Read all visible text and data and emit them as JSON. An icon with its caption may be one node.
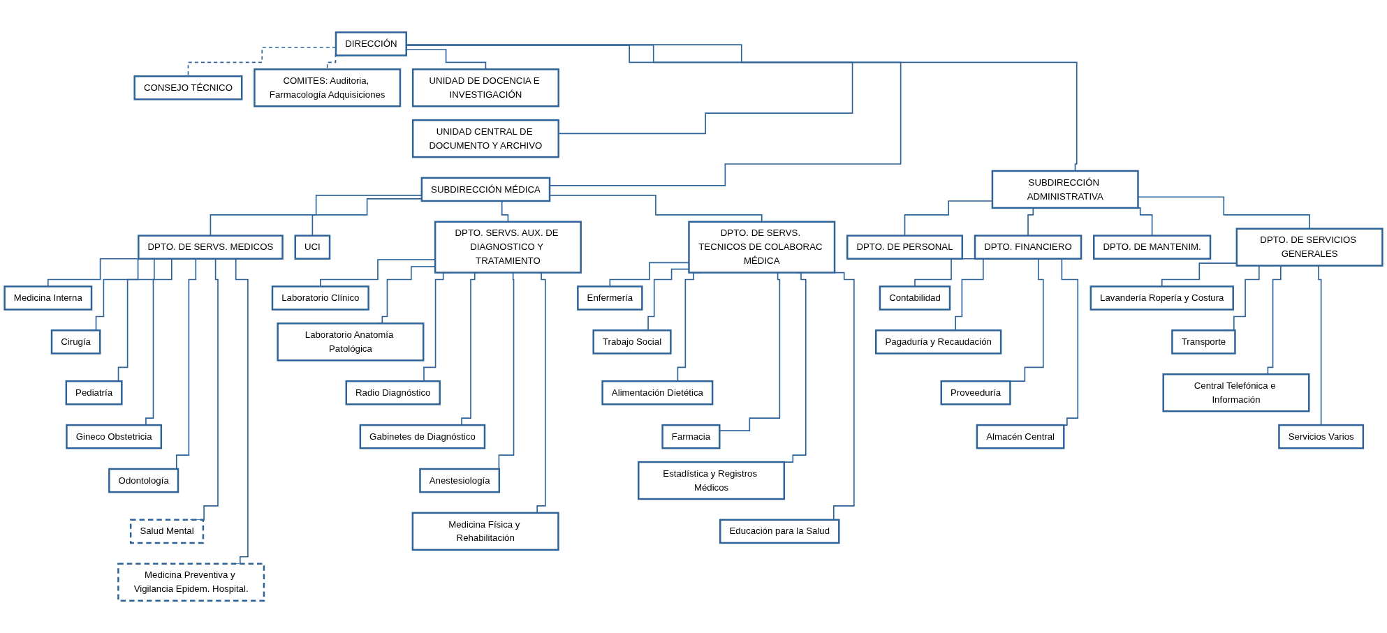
{
  "diagram": {
    "nodes": [
      {
        "text": [
          "CONSEJO TÉCNICO"
        ]
      },
      {
        "text": [
          "DIRECCIÓN"
        ]
      },
      {
        "text": [
          "COMITES: Auditoria, Farmacología Adquisiciones"
        ]
      },
      {
        "text": [
          "UNIDAD DE DOCENCIA E INVESTIGACIÓN"
        ]
      },
      {
        "text": [
          "UNIDAD CENTRAL DE DOCUMENTO Y ARCHIVO"
        ]
      },
      {
        "text": [
          "SUBDIRECCIÓN MÉDICA"
        ]
      },
      {
        "text": [
          "SUBDIRECCIÓN ADMINISTRATIVA"
        ]
      },
      {
        "text": [
          "DPTO. DE SERVS. MEDICOS"
        ]
      },
      {
        "text": [
          "DPTO. SERVS. AUX. DE DIAGNOSTICO Y TRATAMIENTO"
        ]
      },
      {
        "text": [
          "DPTO. DE SERVS. TECNICOS DE COLABORAC MÉDICA"
        ]
      },
      {
        "text": [
          "DPTO. DE PERSONAL"
        ]
      },
      {
        "text": [
          "DPTO. FINANCIERO"
        ]
      },
      {
        "text": [
          "DPTO. DE MANTENIM."
        ]
      },
      {
        "text": [
          "DPTO. DE SERVICIOS GENERALES"
        ]
      },
      {
        "text": [
          "Medicina Interna"
        ]
      },
      {
        "text": [
          "Cirugía"
        ]
      },
      {
        "text": [
          "Pediatría"
        ]
      },
      {
        "text": [
          "Gineco Obstetricia"
        ]
      },
      {
        "text": [
          "Odontología"
        ]
      },
      {
        "text": [
          "Salud Mental"
        ]
      },
      {
        "text": [
          "Medicina Preventiva y Vigilancia Epidem. Hospital."
        ]
      },
      {
        "text": [
          "UCI"
        ]
      },
      {
        "text": [
          "Laboratorio Clínico"
        ]
      },
      {
        "text": [
          "Laboratorio Anatomía Patológica"
        ]
      },
      {
        "text": [
          "Radio Diagnóstico"
        ]
      },
      {
        "text": [
          "Gabinetes de Diagnóstico"
        ]
      },
      {
        "text": [
          "Anestesiología"
        ]
      },
      {
        "text": [
          "Medicina Física y Rehabilitación"
        ]
      },
      {
        "text": [
          "Enfermería"
        ]
      },
      {
        "text": [
          "Trabajo Social"
        ]
      },
      {
        "text": [
          "Alimentación Dietética"
        ]
      },
      {
        "text": [
          "Farmacia"
        ]
      },
      {
        "text": [
          "Estadística y Registros Médicos"
        ]
      },
      {
        "text": [
          "Educación para la Salud"
        ]
      },
      {
        "text": [
          "Contabilidad"
        ]
      },
      {
        "text": [
          "Pagaduría y Recaudación"
        ]
      },
      {
        "text": [
          "Proveeduría"
        ]
      },
      {
        "text": [
          "Almacén Central"
        ]
      },
      {
        "text": [
          "Lavandería Ropería y Costura"
        ]
      },
      {
        "text": [
          "Transporte"
        ]
      },
      {
        "text": [
          "Central Telefónica e Información"
        ]
      },
      {
        "text": [
          "Servicios Varios"
        ]
      }
    ],
    "edges": [
      {
        "from": 1,
        "to": 0,
        "arrow": "none",
        "style": "dashed"
      },
      {
        "from": 1,
        "to": 2,
        "arrow": "none",
        "style": "dashed"
      },
      {
        "from": 1,
        "to": 3,
        "arrow": "none"
      },
      {
        "from": 1,
        "to": 4,
        "arrow": "none"
      },
      {
        "from": 1,
        "to": 5,
        "arrow": "none"
      },
      {
        "from": 1,
        "to": 6,
        "arrow": "none"
      },
      {
        "from": 5,
        "to": 7,
        "arrow": "none"
      },
      {
        "from": 5,
        "to": 21,
        "arrow": "none"
      },
      {
        "from": 5,
        "to": 8,
        "arrow": "none"
      },
      {
        "from": 5,
        "to": 9,
        "arrow": "none"
      },
      {
        "from": 6,
        "to": 10,
        "arrow": "none"
      },
      {
        "from": 6,
        "to": 11,
        "arrow": "none"
      },
      {
        "from": 6,
        "to": 12,
        "arrow": "none"
      },
      {
        "from": 6,
        "to": 13,
        "arrow": "none"
      },
      {
        "from": 7,
        "to": 14,
        "arrow": "none"
      },
      {
        "from": 7,
        "to": 15,
        "arrow": "none"
      },
      {
        "from": 7,
        "to": 16,
        "arrow": "none"
      },
      {
        "from": 7,
        "to": 17,
        "arrow": "none"
      },
      {
        "from": 7,
        "to": 18,
        "arrow": "none"
      },
      {
        "from": 7,
        "to": 19,
        "arrow": "none"
      },
      {
        "from": 7,
        "to": 20,
        "arrow": "none"
      },
      {
        "from": 8,
        "to": 22,
        "arrow": "none"
      },
      {
        "from": 8,
        "to": 23,
        "arrow": "none"
      },
      {
        "from": 8,
        "to": 24,
        "arrow": "none"
      },
      {
        "from": 8,
        "to": 25,
        "arrow": "none"
      },
      {
        "from": 8,
        "to": 26,
        "arrow": "none"
      },
      {
        "from": 8,
        "to": 27,
        "arrow": "none"
      },
      {
        "from": 9,
        "to": 28,
        "arrow": "none"
      },
      {
        "from": 9,
        "to": 29,
        "arrow": "none"
      },
      {
        "from": 9,
        "to": 30,
        "arrow": "none"
      },
      {
        "from": 9,
        "to": 31,
        "arrow": "none"
      },
      {
        "from": 9,
        "to": 32,
        "arrow": "none"
      },
      {
        "from": 9,
        "to": 33,
        "arrow": "none"
      },
      {
        "from": 11,
        "to": 34,
        "arrow": "none"
      },
      {
        "from": 11,
        "to": 35,
        "arrow": "none"
      },
      {
        "from": 11,
        "to": 36,
        "arrow": "none"
      },
      {
        "from": 11,
        "to": 37,
        "arrow": "none"
      },
      {
        "from": 13,
        "to": 38,
        "arrow": "none"
      },
      {
        "from": 13,
        "to": 39,
        "arrow": "none"
      },
      {
        "from": 13,
        "to": 40,
        "arrow": "none"
      },
      {
        "from": 13,
        "to": 41,
        "arrow": "none"
      }
    ]
  }
}
